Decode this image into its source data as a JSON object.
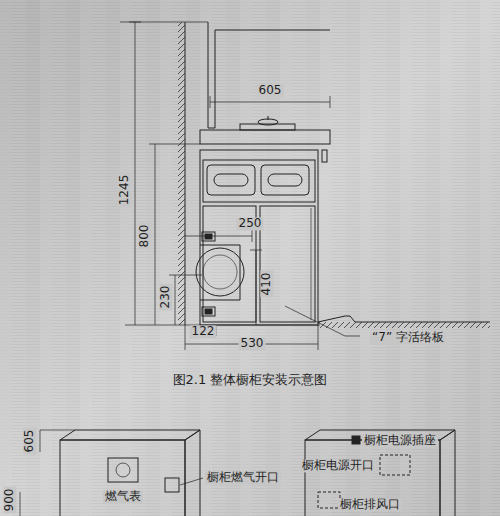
{
  "diagram": {
    "caption": "图2.1  整体橱柜安装示意图",
    "labels": [
      "605",
      "1245",
      "800",
      "250",
      "230",
      "410",
      "122",
      "530",
      "“7” 字活络板",
      "605",
      "900",
      "燃气表",
      "橱柜燃气开口",
      "橱柜电源开口",
      "橱柜电源插座",
      "橱柜排风口"
    ]
  }
}
